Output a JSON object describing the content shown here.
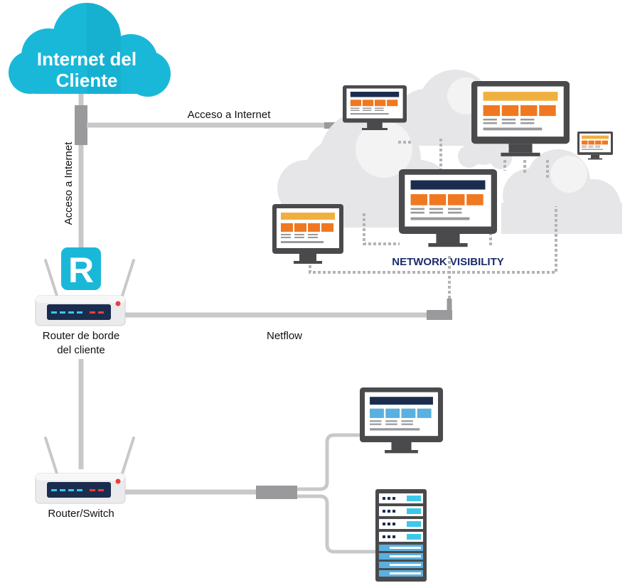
{
  "cloud": {
    "line1": "Internet del",
    "line2": "Cliente"
  },
  "links": {
    "internet_access_horizontal": "Acceso a Internet",
    "internet_access_vertical": "Acceso a Internet",
    "netflow": "Netflow"
  },
  "network_visibility": {
    "label": "NETWORK VISIBILITY"
  },
  "edge_router": {
    "logo_letter": "R",
    "label_line1": "Router de borde",
    "label_line2": "del cliente"
  },
  "switch": {
    "label": "Router/Switch"
  },
  "colors": {
    "cloud_blue": "#1ab8d8",
    "line_gray": "#c8c8ca",
    "dark_navy": "#1b2d4f",
    "orange": "#f07820",
    "amber": "#f0b040",
    "light_blue": "#5ab0e0",
    "monitor_gray": "#4a4a4c",
    "router_red": "#e8413a",
    "brand_navy": "#1b2d6b"
  }
}
